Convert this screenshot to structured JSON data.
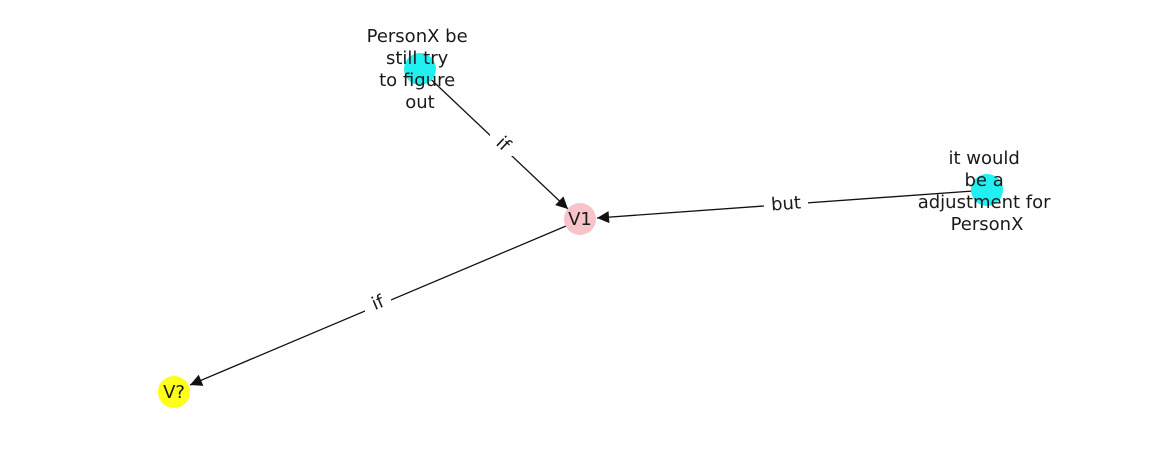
{
  "colors": {
    "cyan": "#22f0f0",
    "pink": "#f8c3c9",
    "yellow": "#ffff1a",
    "edge": "#111111"
  },
  "nodes": [
    {
      "id": "n1",
      "lines": [
        "PersonX be",
        "still try",
        "to figure",
        "out"
      ],
      "color": "#22f0f0"
    },
    {
      "id": "v1",
      "lines": [
        "V1"
      ],
      "color": "#f8c3c9"
    },
    {
      "id": "n2",
      "lines": [
        "it would",
        "be a",
        "adjustment for",
        "PersonX"
      ],
      "color": "#22f0f0"
    },
    {
      "id": "vq",
      "lines": [
        "V?"
      ],
      "color": "#ffff1a"
    }
  ],
  "edges": [
    {
      "id": "e1",
      "from": "n1",
      "to": "v1",
      "label": "if"
    },
    {
      "id": "e2",
      "from": "n2",
      "to": "v1",
      "label": "but"
    },
    {
      "id": "e3",
      "from": "v1",
      "to": "vq",
      "label": "if"
    }
  ]
}
